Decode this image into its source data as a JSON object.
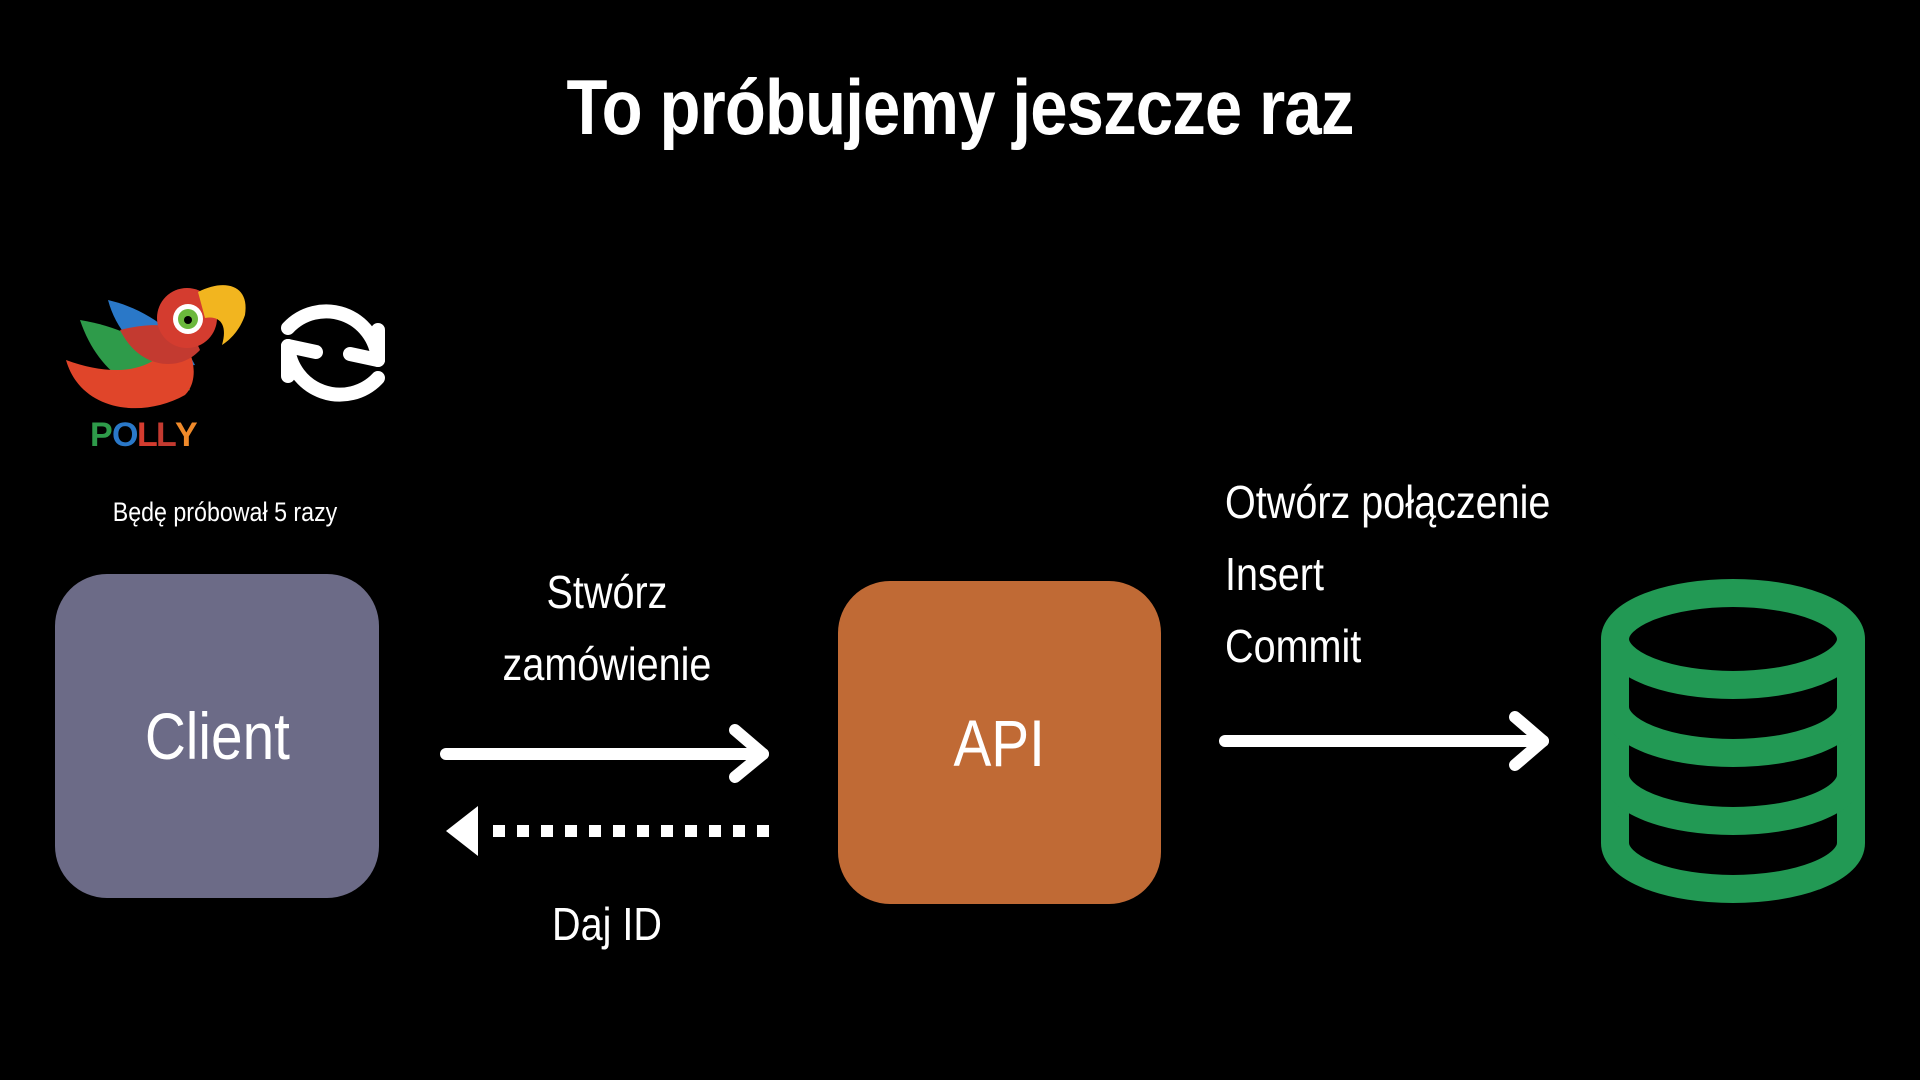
{
  "title": "To próbujemy jeszcze raz",
  "polly": {
    "logo_text": "POLLY",
    "retry_text": "Będę próbował 5 razy"
  },
  "client": {
    "label": "Client"
  },
  "api": {
    "label": "API"
  },
  "request": {
    "lines": [
      "Stwórz",
      "zamówienie"
    ]
  },
  "response": {
    "label": "Daj ID"
  },
  "db_steps": [
    "Otwórz połączenie",
    "Insert",
    "Commit"
  ],
  "icons": {
    "retry": "retry-cycle-icon",
    "database": "database-icon",
    "logo": "polly-parrot-logo"
  },
  "colors": {
    "background": "#000000",
    "client": "#6c6b87",
    "api": "#c06a35",
    "database": "#229954",
    "text": "#ffffff"
  }
}
